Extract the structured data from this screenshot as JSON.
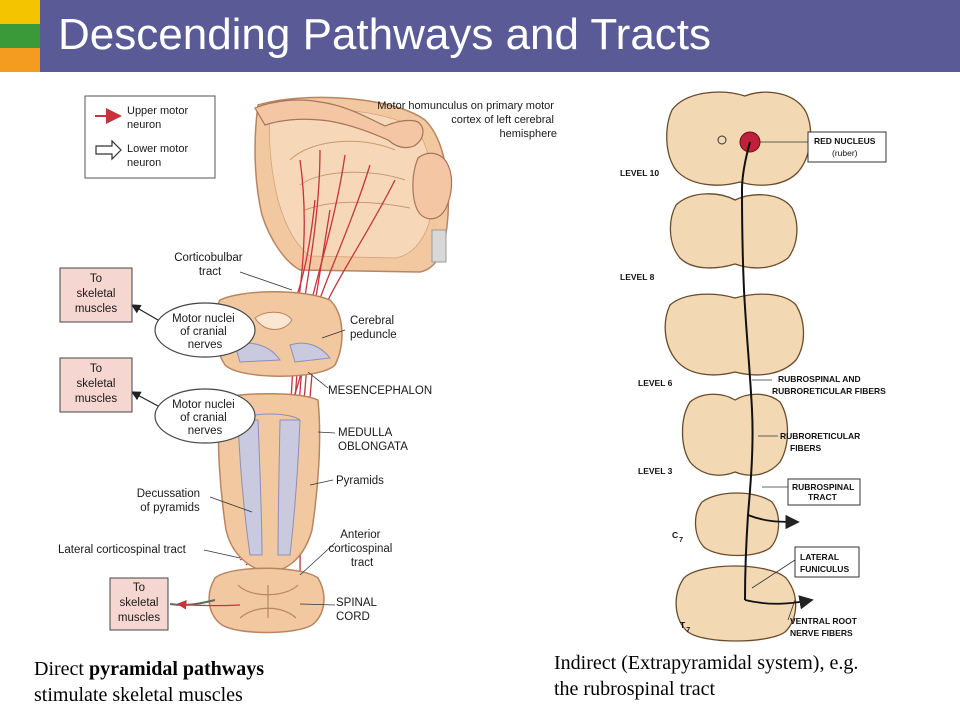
{
  "slide": {
    "title": "Descending Pathways and Tracts",
    "colors": {
      "title_bar": "#5a5a97",
      "accent_yellow": "#f5c400",
      "accent_green": "#3a9a3a",
      "accent_orange": "#f39c1f",
      "brain_tissue": "#f2c8a0",
      "tract_red": "#c8323c",
      "red_nucleus": "#c0203a"
    }
  },
  "left_figure": {
    "legend": {
      "upper": [
        "Upper motor",
        "neuron"
      ],
      "lower": [
        "Lower motor",
        "neuron"
      ]
    },
    "homunculus": [
      "Motor homunculus on primary motor",
      "cortex of left cerebral",
      "hemisphere"
    ],
    "corticobulbar": [
      "Corticobulbar",
      "tract"
    ],
    "cerebral_peduncle": [
      "Cerebral",
      "peduncle"
    ],
    "mesencephalon": "MESENCEPHALON",
    "medulla": [
      "MEDULLA",
      "OBLONGATA"
    ],
    "pyramids": "Pyramids",
    "decussation": [
      "Decussation",
      "of pyramids"
    ],
    "lateral_cst": "Lateral corticospinal tract",
    "anterior_cst": [
      "Anterior",
      "corticospinal",
      "tract"
    ],
    "spinal_cord": [
      "SPINAL",
      "CORD"
    ],
    "to_muscles": [
      "To",
      "skeletal",
      "muscles"
    ],
    "motor_nuclei": [
      "Motor nuclei",
      "of cranial",
      "nerves"
    ]
  },
  "right_figure": {
    "levels": [
      "LEVEL 10",
      "LEVEL 8",
      "LEVEL 6",
      "LEVEL 3"
    ],
    "c7_main": "C",
    "c7_sub": "7",
    "t7_main": "T",
    "t7_sub": "7",
    "red_nucleus": [
      "RED NUCLEUS",
      "(ruber)"
    ],
    "rubrospinal_fibers": [
      "RUBROSPINAL AND",
      "RUBRORETICULAR FIBERS"
    ],
    "rubroreticular": [
      "RUBRORETICULAR",
      "FIBERS"
    ],
    "rubrospinal_tract": [
      "RUBROSPINAL",
      "TRACT"
    ],
    "lateral_funiculus": [
      "LATERAL",
      "FUNICULUS"
    ],
    "ventral_root": [
      "VENTRAL ROOT",
      "NERVE FIBERS"
    ]
  },
  "captions": {
    "left_pre": "Direct ",
    "left_bold": "pyramidal pathways",
    "left_line2": "stimulate skeletal muscles",
    "right_line1": "Indirect (Extrapyramidal system), e.g.",
    "right_line2": "the rubrospinal tract"
  }
}
